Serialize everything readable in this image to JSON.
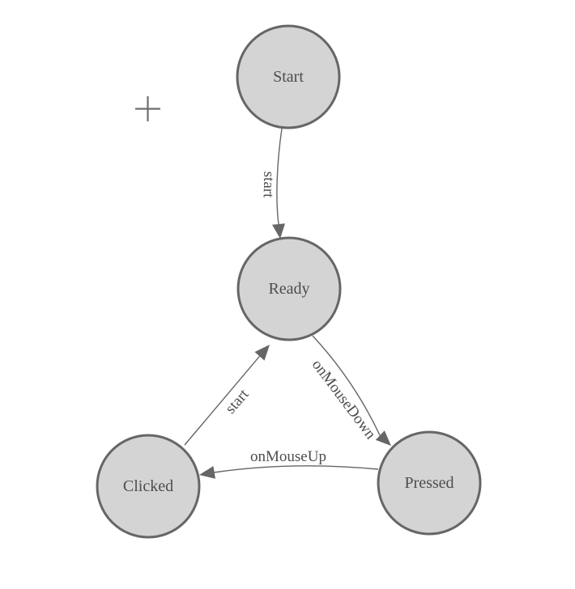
{
  "diagram": {
    "type": "state-diagram",
    "nodes": [
      {
        "id": "start",
        "label": "Start"
      },
      {
        "id": "ready",
        "label": "Ready"
      },
      {
        "id": "clicked",
        "label": "Clicked"
      },
      {
        "id": "pressed",
        "label": "Pressed"
      }
    ],
    "edges": [
      {
        "from": "start",
        "to": "ready",
        "label": "start"
      },
      {
        "from": "ready",
        "to": "pressed",
        "label": "onMouseDown"
      },
      {
        "from": "pressed",
        "to": "clicked",
        "label": "onMouseUp"
      },
      {
        "from": "clicked",
        "to": "ready",
        "label": "start"
      }
    ],
    "cursor_icon": "crosshair-icon",
    "colors": {
      "background": "#ffffff",
      "node_fill": "#d4d4d4",
      "node_border": "#666666",
      "edge": "#666666",
      "label_text": "#4d4d4d",
      "crosshair": "#6e6e6e"
    }
  }
}
